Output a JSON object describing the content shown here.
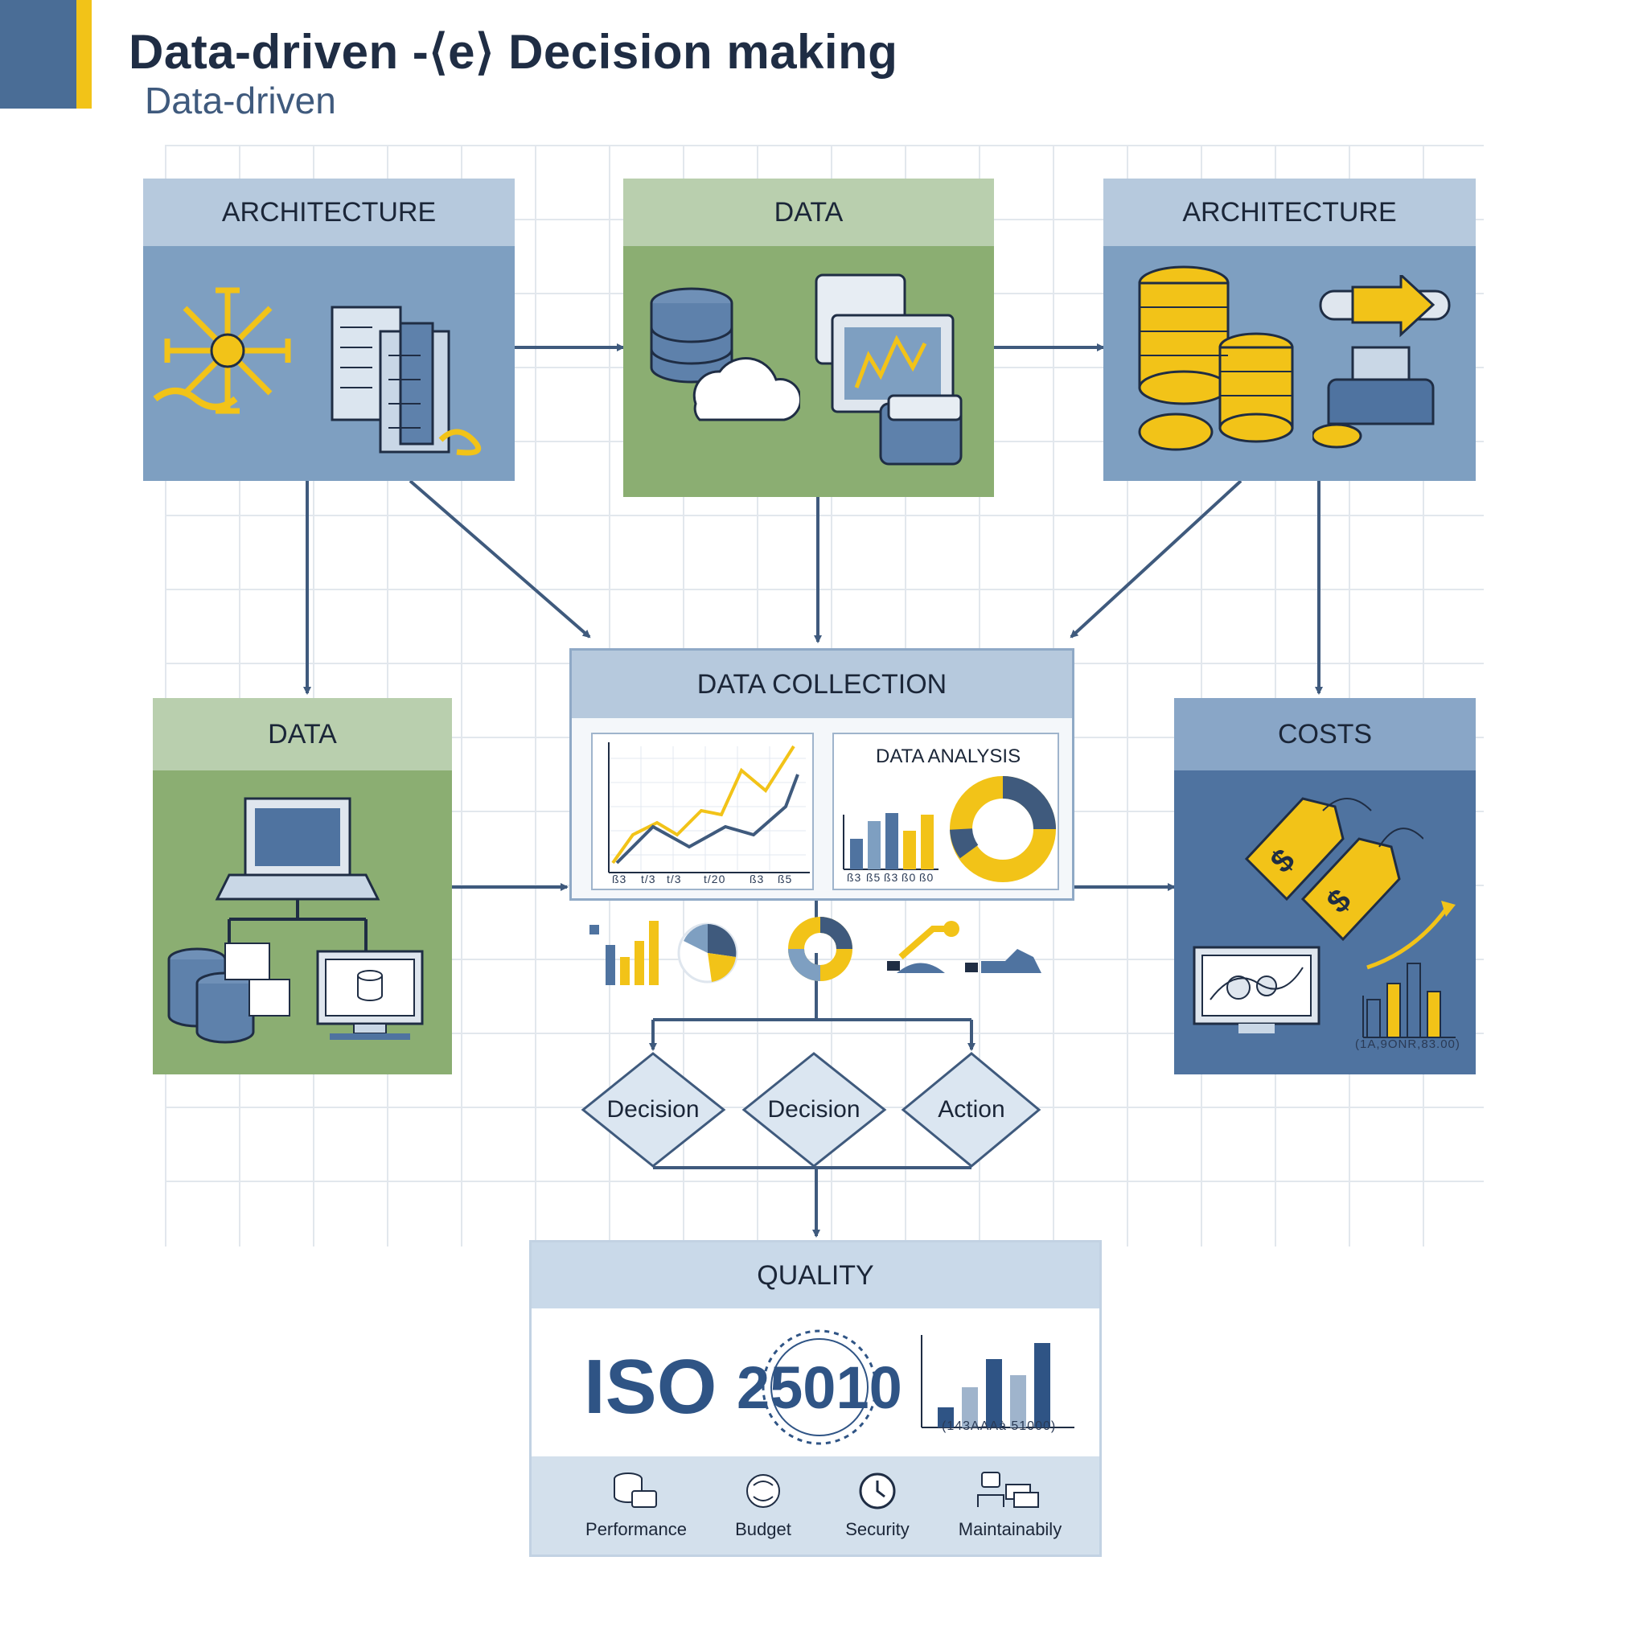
{
  "header": {
    "title": "Data-driven -⟨e⟩ Decision making",
    "subtitle": "Data-driven"
  },
  "boxes": {
    "arch_left": "ARCHITECTURE",
    "data_top": "DATA",
    "arch_right": "ARCHITECTURE",
    "data_left": "DATA",
    "data_collection": "DATA COLLECTION",
    "data_analysis": "DATA ANALYSIS",
    "costs": "COSTS",
    "quality": "QUALITY"
  },
  "chart_ticks": [
    "ß3",
    "t/3",
    "t/3",
    "t/20",
    "ß3",
    "ß5"
  ],
  "analysis_ticks": [
    "ß3",
    "ß5",
    "ß3",
    "ß0",
    "ß0"
  ],
  "costs_caption": "(1A,9ONR,83.00)",
  "decisions": {
    "d1": "Decision",
    "d2": "Decision",
    "d3": "Action"
  },
  "quality": {
    "iso": "ISO",
    "number": "25010",
    "caption": "(143AAAà 51000)",
    "metrics": [
      "Performance",
      "Budget",
      "Security",
      "Maintainabily"
    ]
  },
  "colors": {
    "accent_yellow": "#f2c318",
    "navy": "#2f5485",
    "box_blue": "#7e9fc1",
    "box_green": "#8bae72",
    "box_darkblue": "#4f73a0"
  }
}
